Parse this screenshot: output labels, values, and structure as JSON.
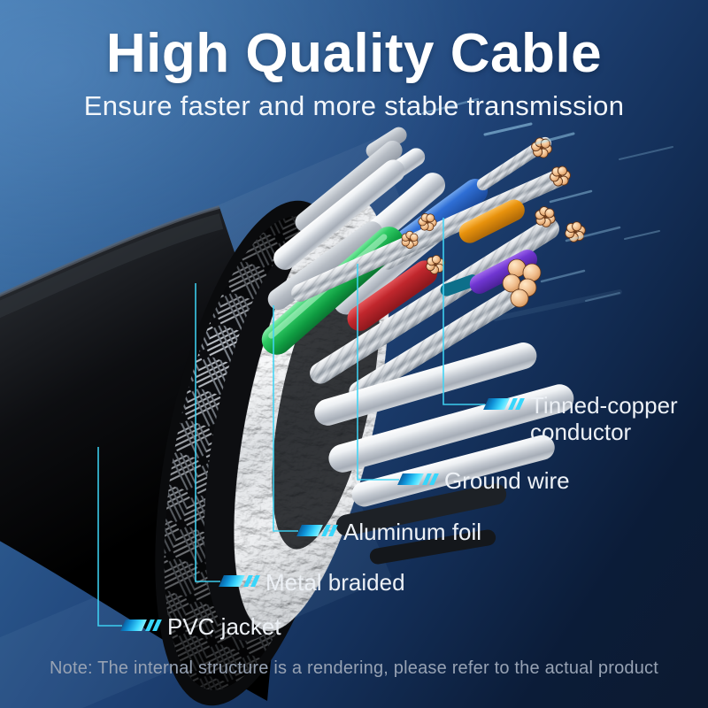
{
  "page": {
    "title": "High Quality Cable",
    "subtitle": "Ensure faster and more stable transmission",
    "note": "Note: The internal structure is a rendering, please refer to the actual product"
  },
  "callouts": [
    {
      "id": "tinned-copper-conductor",
      "label": "Tinned-copper conductor"
    },
    {
      "id": "ground-wire",
      "label": "Ground wire"
    },
    {
      "id": "aluminum-foil",
      "label": "Aluminum foil"
    },
    {
      "id": "metal-braided",
      "label": "Metal braided"
    },
    {
      "id": "pvc-jacket",
      "label": "PVC jacket"
    }
  ],
  "colors": {
    "accent_cyan": "#3ED5F6",
    "background_top": "#4477AE",
    "background_bottom": "#0C1A30",
    "jacket_black": "#0A0B0D",
    "copper": "#E8B07C",
    "label_text": "#EDF1F6",
    "note_text": "#97A2B3"
  }
}
